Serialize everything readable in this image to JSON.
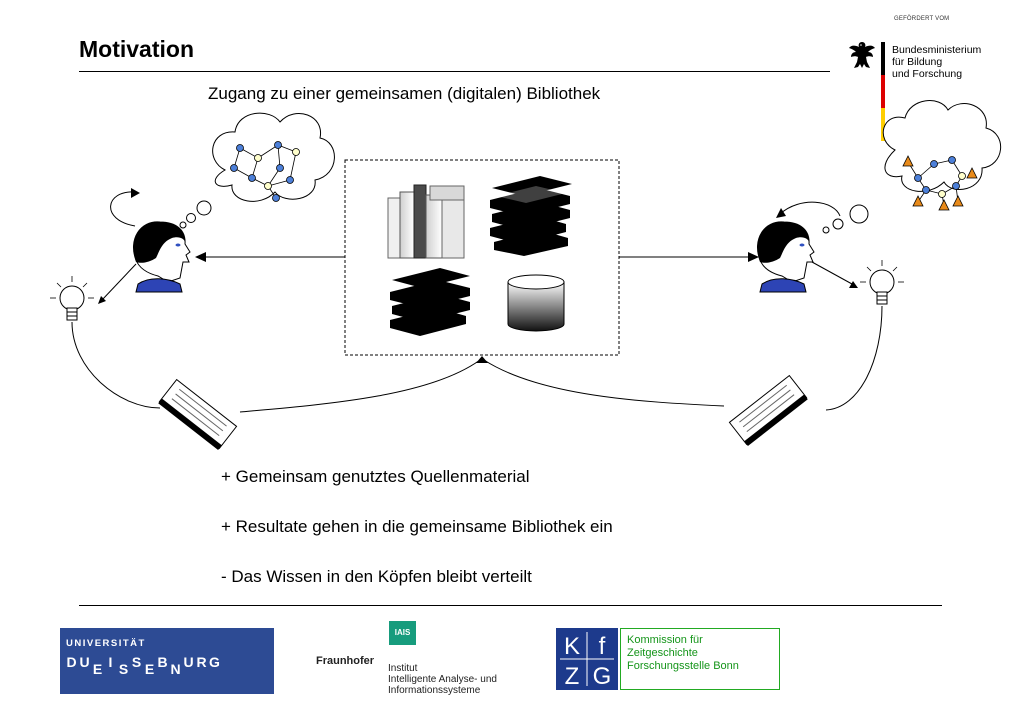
{
  "slide": {
    "title": "Motivation",
    "subtitle": "Zugang zu einer gemeinsamen (digitalen) Bibliothek"
  },
  "sponsor": {
    "funded_by": "GEFÖRDERT VOM",
    "ministry_lines": [
      "Bundesministerium",
      "für Bildung",
      "und Forschung"
    ],
    "flag_colors": [
      "#000000",
      "#dd0000",
      "#ffce00"
    ]
  },
  "bullets": [
    "+ Gemeinsam genutztes Quellenmaterial",
    "+ Resultate gehen in die gemeinsame Bibliothek ein",
    "- Das Wissen in den Köpfen bleibt verteilt"
  ],
  "footer": {
    "ude": {
      "top": "UNIVERSITÄT",
      "letters": [
        {
          "c": "D",
          "low": false
        },
        {
          "c": "U",
          "low": false
        },
        {
          "c": "E",
          "low": true
        },
        {
          "c": "I",
          "low": false
        },
        {
          "c": "S",
          "low": true
        },
        {
          "c": "S",
          "low": false
        },
        {
          "c": "E",
          "low": true
        },
        {
          "c": "B",
          "low": false
        },
        {
          "c": "N",
          "low": true
        },
        {
          "c": "U",
          "low": false
        },
        {
          "c": "R",
          "low": false
        },
        {
          "c": "G",
          "low": false
        }
      ],
      "color": "#2d4b94"
    },
    "fraunhofer": {
      "badge": "IAIS",
      "name": "Fraunhofer",
      "lines": [
        "Institut",
        "Intelligente Analyse- und",
        "Informationssysteme"
      ],
      "color": "#179c7d"
    },
    "kfzg": {
      "logo_letters": [
        "K",
        "f",
        "Z",
        "G"
      ],
      "lines": [
        "Kommission für",
        "Zeitgeschichte",
        "Forschungsstelle Bonn"
      ],
      "color": "#15951a"
    }
  }
}
